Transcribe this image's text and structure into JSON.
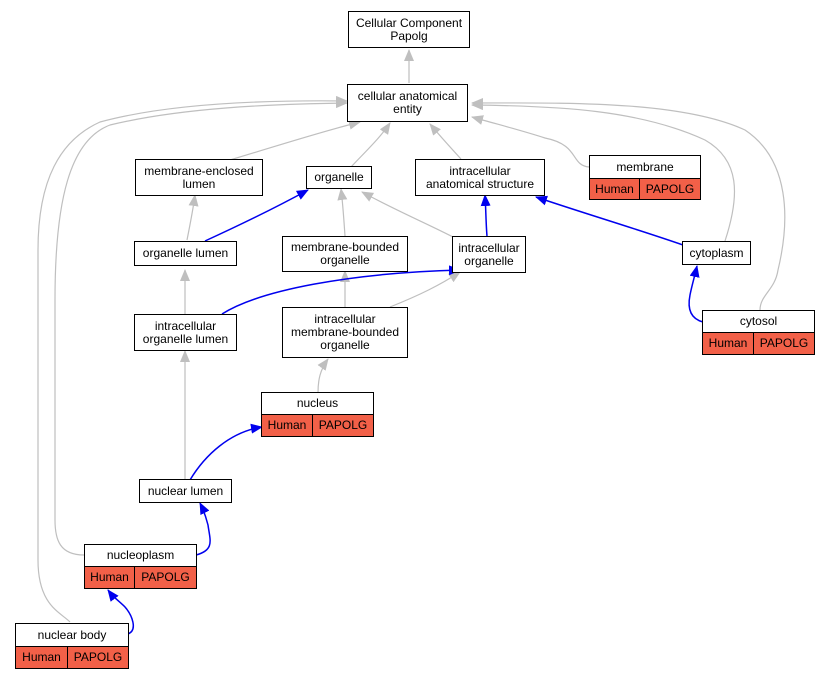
{
  "colors": {
    "is_a_edge": "#bfbfbf",
    "part_of_edge": "#0000ee",
    "annotation_fill": "#f26048",
    "node_border": "#000000"
  },
  "nodes": {
    "root": "Cellular Component\nPapolg",
    "cae": "cellular anatomical\nentity",
    "mel": "membrane-enclosed\nlumen",
    "organelle": "organelle",
    "ias": "intracellular\nanatomical structure",
    "membrane": "membrane",
    "ol": "organelle lumen",
    "mbo": "membrane-bounded\norganelle",
    "io": "intracellular\norganelle",
    "cytoplasm": "cytoplasm",
    "iol": "intracellular\norganelle lumen",
    "imbo": "intracellular\nmembrane-bounded\norganelle",
    "cytosol": "cytosol",
    "nucleus": "nucleus",
    "nl": "nuclear lumen",
    "nucleoplasm": "nucleoplasm",
    "nb": "nuclear body"
  },
  "annotation": {
    "species": "Human",
    "gene": "PAPOLG"
  }
}
